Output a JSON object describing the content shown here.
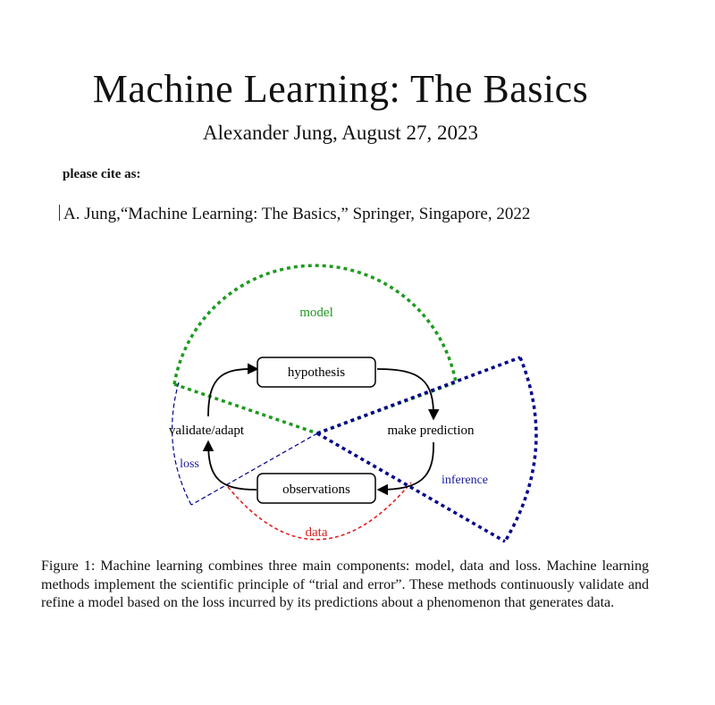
{
  "header": {
    "title": "Machine Learning: The Basics",
    "subtitle": "Alexander Jung, August 27, 2023"
  },
  "citation": {
    "label": "please cite as:",
    "text": "A. Jung,“Machine Learning: The Basics,” Springer, Singapore, 2022"
  },
  "figure": {
    "labels": {
      "model": "model",
      "hypothesis": "hypothesis",
      "validate": "validate/adapt",
      "prediction": "make prediction",
      "loss": "loss",
      "observations": "observations",
      "inference": "inference",
      "data": "data"
    },
    "colors": {
      "model": "#1f9a1f",
      "loss_inference": "#00008b",
      "data": "#e02020",
      "text_model": "#1f9a1f",
      "text_blue": "#1a1aa0",
      "text_data": "#e02020"
    },
    "caption": "Figure 1: Machine learning combines three main components: model, data and loss. Machine learning methods implement the scientific principle of “trial and error”. These methods continuously validate and refine a model based on the loss incurred by its predictions about a phenomenon that generates data."
  }
}
